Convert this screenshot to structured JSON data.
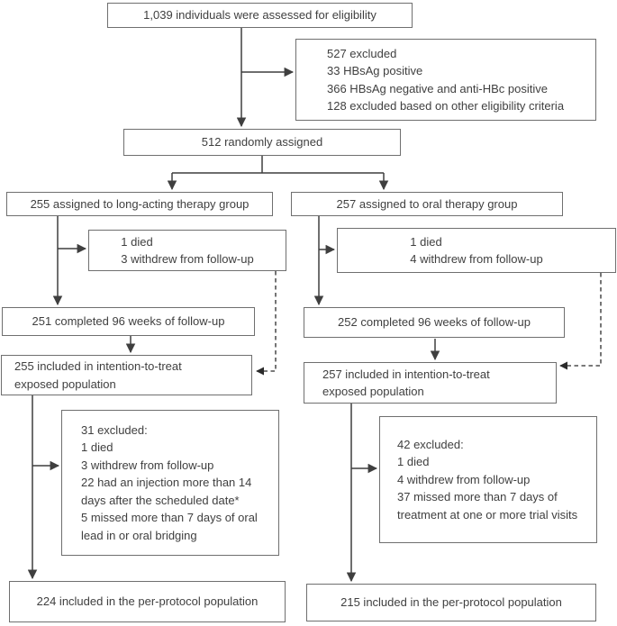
{
  "diagram": {
    "type": "consort-trial-flow",
    "colors": {
      "background": "#ffffff",
      "box_border": "#6f6f6f",
      "text": "#3f3f3f",
      "solid_connector": "#3f3f3f",
      "dashed_connector": "#2b2b2b"
    },
    "boxes": {
      "eligibility": {
        "text": "1,039 individuals were assessed for eligibility"
      },
      "excluded_top": {
        "lines": [
          "527 excluded",
          "33 HBsAg positive",
          "366 HBsAg negative and anti-HBc positive",
          "128 excluded based on other eligibility criteria"
        ]
      },
      "randomized": {
        "text": "512 randomly assigned"
      },
      "arm_long_acting": {
        "text": "255 assigned to long-acting therapy group"
      },
      "arm_oral": {
        "text": "257 assigned to oral therapy group"
      },
      "withdrawn_long_acting": {
        "lines": [
          "1 died",
          "3 withdrew from follow-up"
        ]
      },
      "withdrawn_oral": {
        "lines": [
          "1 died",
          "4 withdrew from follow-up"
        ]
      },
      "completed_long_acting": {
        "text": "251 completed 96 weeks of follow-up"
      },
      "completed_oral": {
        "text": "252 completed 96 weeks of follow-up"
      },
      "itt_long_acting": {
        "lines": [
          "255 included in intention-to-treat",
          "exposed population"
        ]
      },
      "itt_oral": {
        "lines": [
          "257 included in intention-to-treat",
          "exposed population"
        ]
      },
      "excluded_long_acting": {
        "lines": [
          "31 excluded:",
          "1 died",
          "3 withdrew from follow-up",
          "22 had an injection more than 14",
          "days after the scheduled date*",
          "5 missed more than 7 days of oral",
          "lead in or oral bridging"
        ]
      },
      "excluded_oral": {
        "lines": [
          "42 excluded:",
          "1 died",
          "4 withdrew from follow-up",
          "37 missed more than 7 days of",
          "treatment at one or more trial visits"
        ]
      },
      "per_protocol_long_acting": {
        "text": "224 included in the per-protocol population"
      },
      "per_protocol_oral": {
        "text": "215 included in the per-protocol population"
      }
    }
  }
}
